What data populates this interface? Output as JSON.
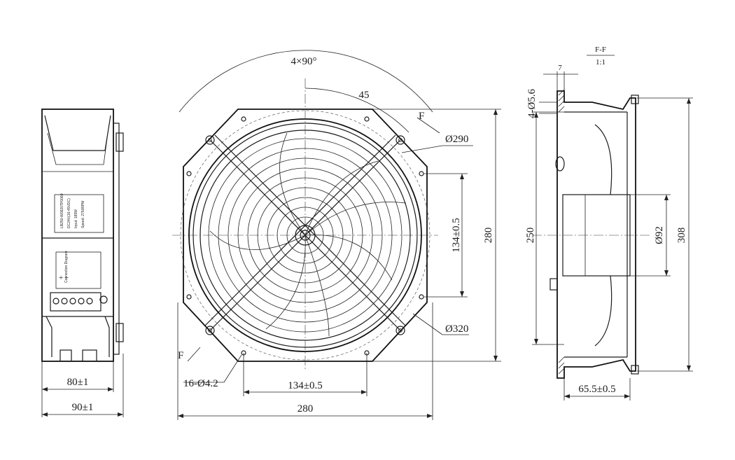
{
  "views": {
    "side": {
      "dims": {
        "width_inner": "80±1",
        "width_outer": "90±1"
      },
      "label": {
        "line1": "LB250-W0920TP0060",
        "line2": "DC24V(16-45VDC)",
        "line3": "Input: 185W",
        "line4": "Speed: 2750RPM",
        "connection_title": "Connection Diagram",
        "plus": "+",
        "minus": "−"
      }
    },
    "front": {
      "dims": {
        "angle": "4×90°",
        "angle_45": "45",
        "d290": "Ø290",
        "d320": "Ø320",
        "hole_spacing_v": "134±0.5",
        "hole_spacing_h": "134±0.5",
        "height": "280",
        "width": "280",
        "holes": "16-Ø4.2"
      },
      "section_mark": "F"
    },
    "section": {
      "title": "F-F",
      "scale": "1:1",
      "dims": {
        "thickness": "7",
        "slots": "4-Ø5.6",
        "d250": "250",
        "d92": "Ø92",
        "d308": "308",
        "depth": "65.5±0.5"
      }
    }
  }
}
